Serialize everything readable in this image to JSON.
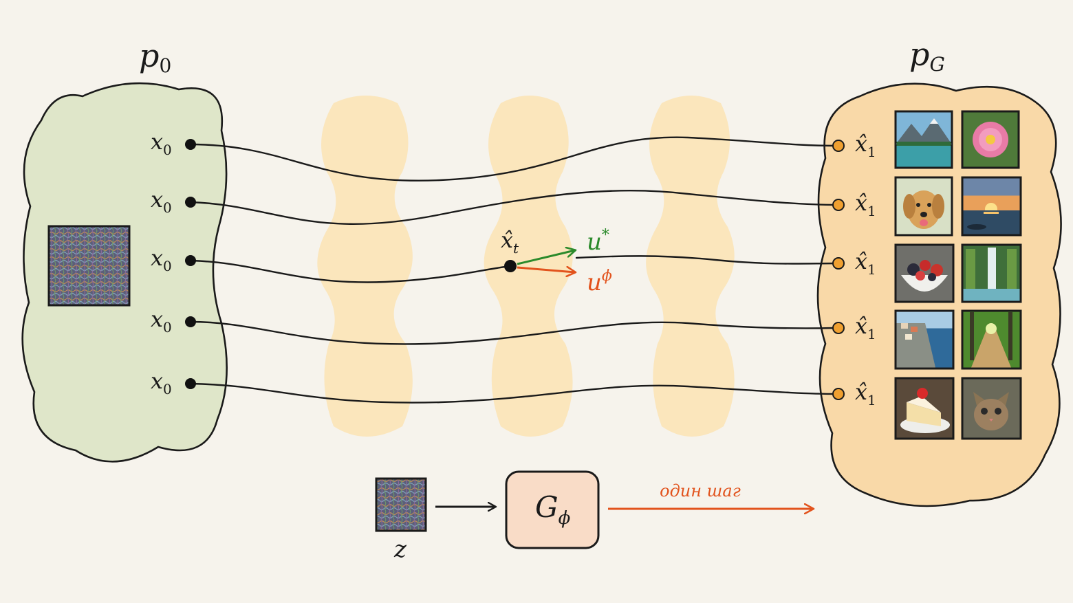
{
  "source": {
    "label": "p",
    "label_sub": "0",
    "point_label": "x",
    "point_sub": "0",
    "points": 5
  },
  "target": {
    "label": "p",
    "label_sub": "G",
    "point_label": "x̂",
    "point_sub": "1",
    "points": 5,
    "thumbnails": [
      "mountain-lake-icon",
      "pink-flower-icon",
      "golden-retriever-icon",
      "sunset-sea-icon",
      "fruit-bowl-icon",
      "waterfall-forest-icon",
      "coastal-village-icon",
      "forest-path-icon",
      "strawberry-cake-icon",
      "kitten-icon"
    ]
  },
  "middle": {
    "xt_label": "x̂",
    "xt_sub": "t",
    "u_true_label": "u",
    "u_true_sup": "*",
    "u_pred_label": "u",
    "u_pred_sup": "ϕ"
  },
  "generator": {
    "noise_label": "z",
    "box_label": "G",
    "box_sub": "ϕ",
    "step_label": "один шаг"
  },
  "colors": {
    "background": "#f6f3ec",
    "source_blob": "#dfe6c9",
    "target_blob": "#f9d9a8",
    "ghost_blob": "#fbe3b4",
    "true_arrow": "#2b8a2b",
    "pred_arrow": "#e2531d",
    "target_dot": "#f0a030",
    "gen_box": "#f9dcc7",
    "curve": "#1a1a1a"
  }
}
